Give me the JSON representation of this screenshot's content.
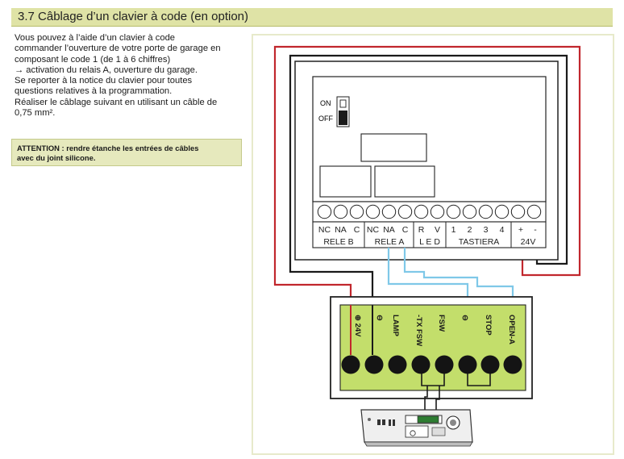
{
  "section": {
    "title": "3.7 Câblage d’un clavier à code (en option)"
  },
  "intro_lines": [
    "Vous pouvez à l’aide d’un clavier à code",
    "commander l’ouverture de votre porte de garage en",
    "composant le code 1 (de 1 à 6 chiffres)",
    "→ activation du relais A, ouverture du garage.",
    "Se reporter à la notice du clavier pour toutes",
    "questions relatives à la programmation.",
    "Réaliser le câblage suivant en utilisant un câble de",
    "0,75 mm²."
  ],
  "attention_lines": [
    "ATTENTION : rendre étanche les entrées de câbles",
    "avec du joint silicone."
  ],
  "keypad_board": {
    "switch_on": "ON",
    "switch_off": "OFF",
    "terminal_top_labels": [
      "NC",
      "NA",
      "C",
      "NC",
      "NA",
      "C",
      "R",
      "V",
      "1",
      "2",
      "3",
      "4",
      "+",
      "-"
    ],
    "group_labels": [
      "RELE B",
      "RELE A",
      "L E D",
      "TASTIERA",
      "24V"
    ]
  },
  "controller": {
    "terminal_labels": [
      "⊕ 24V",
      "⊖",
      "LAMP",
      "-TX FSW",
      "FSW",
      "⊖",
      "STOP",
      "OPEN-A"
    ]
  },
  "colors": {
    "red_wire": "#c1272d",
    "black_wire": "#1a1a1a",
    "blue_wire": "#7fc8e8",
    "controller_green": "#c3de6b",
    "header_bar": "#dfe3a6",
    "attention_bg": "#e6e9bd"
  }
}
